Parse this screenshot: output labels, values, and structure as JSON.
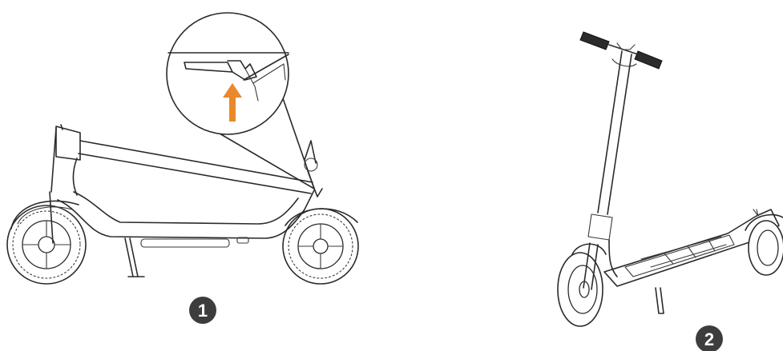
{
  "steps": [
    {
      "number": "1",
      "description_icon": "scooter-unfolded-side-view-with-latch-callout"
    },
    {
      "number": "2",
      "description_icon": "scooter-unfolded-perspective-view"
    }
  ],
  "colors": {
    "line": "#2a2a2a",
    "arrow": "#e8892b",
    "badge": "#3d3d3d",
    "background": "#ffffff"
  }
}
